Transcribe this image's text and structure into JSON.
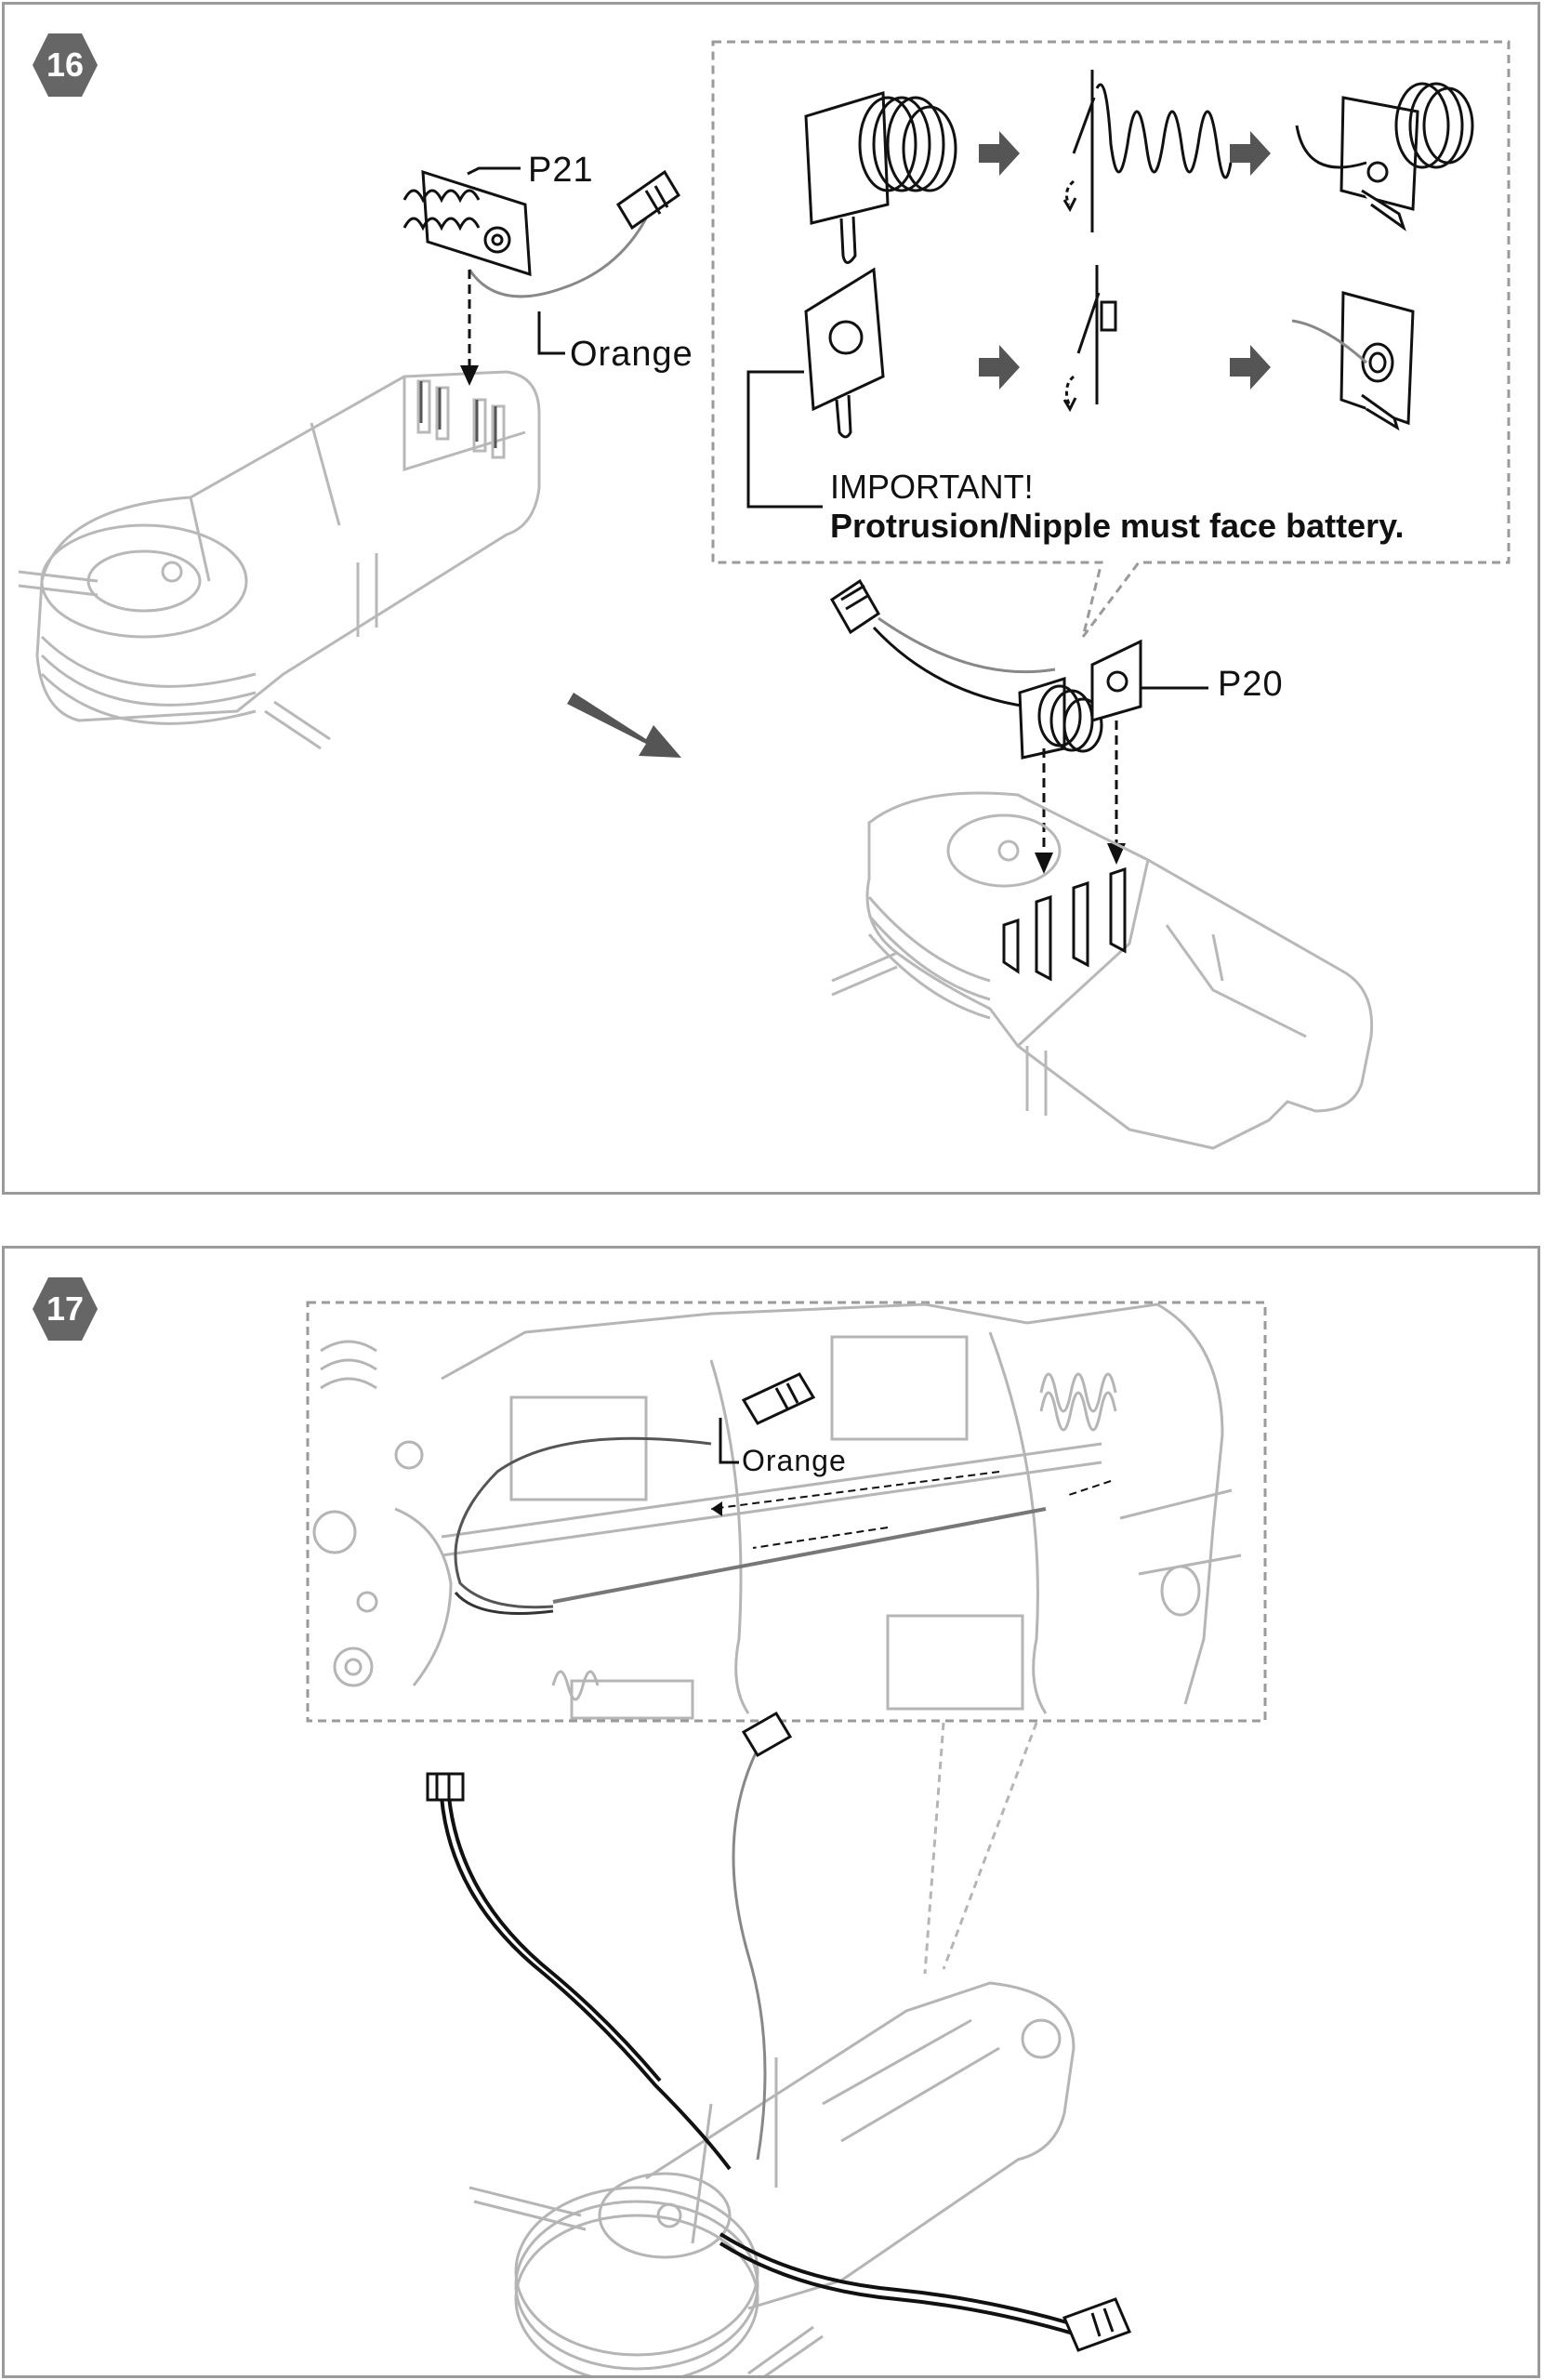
{
  "steps": [
    {
      "number": "16",
      "labels": {
        "p21": "P21",
        "orange": "Orange",
        "p20": "P20"
      },
      "note": {
        "heading": "IMPORTANT!",
        "text": "Protrusion/Nipple must face battery."
      }
    },
    {
      "number": "17",
      "labels": {
        "orange": "Orange"
      }
    }
  ],
  "colors": {
    "border": "#9a9a9a",
    "badge": "#666666",
    "arrow": "#555555",
    "line": "#111111",
    "faint": "#b5b5b5"
  }
}
